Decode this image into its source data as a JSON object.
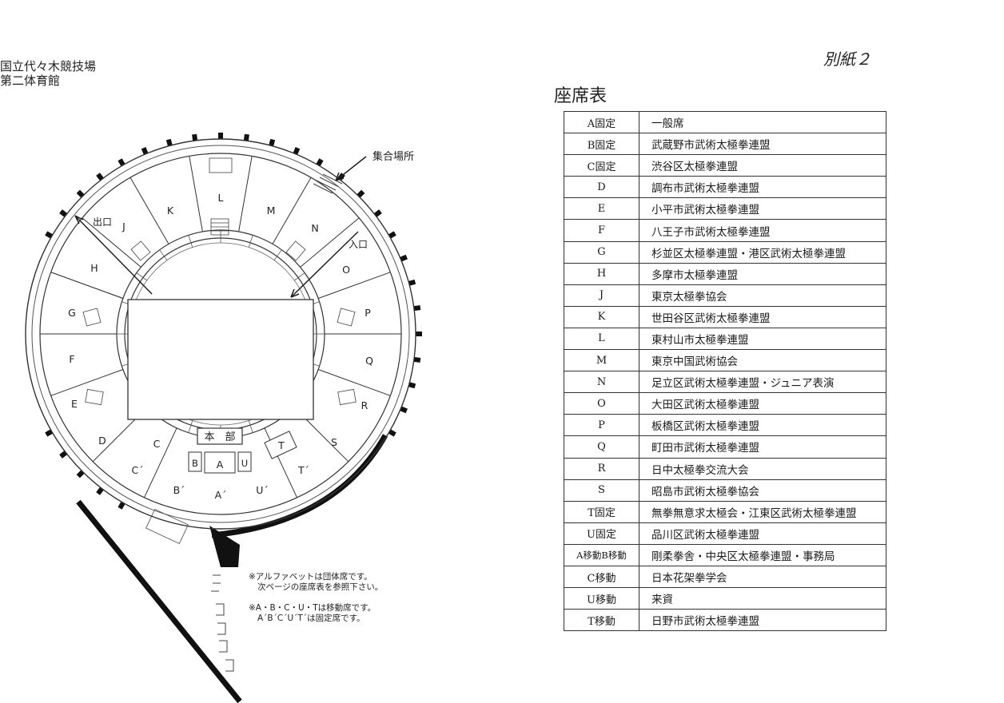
{
  "venue": {
    "line1": "国立代々木競技場",
    "line2": "第二体育館"
  },
  "attachment_label": "別紙２",
  "seat_table": {
    "title": "座席表",
    "rows": [
      {
        "code": "A固定",
        "group": "一般席"
      },
      {
        "code": "B固定",
        "group": "武蔵野市武術太極拳連盟"
      },
      {
        "code": "C固定",
        "group": "渋谷区太極拳連盟"
      },
      {
        "code": "D",
        "group": "調布市武術太極拳連盟"
      },
      {
        "code": "E",
        "group": "小平市武術太極拳連盟"
      },
      {
        "code": "F",
        "group": "八王子市武術太極拳連盟"
      },
      {
        "code": "G",
        "group": "杉並区太極拳連盟・港区武術太極拳連盟"
      },
      {
        "code": "H",
        "group": "多摩市太極拳連盟"
      },
      {
        "code": "J",
        "group": "東京太極拳協会"
      },
      {
        "code": "K",
        "group": "世田谷区武術太極拳連盟"
      },
      {
        "code": "L",
        "group": "東村山市太極拳連盟"
      },
      {
        "code": "M",
        "group": "東京中国武術協会"
      },
      {
        "code": "N",
        "group": "足立区武術太極拳連盟・ジュニア表演"
      },
      {
        "code": "O",
        "group": "大田区武術太極拳連盟"
      },
      {
        "code": "P",
        "group": "板橋区武術太極拳連盟"
      },
      {
        "code": "Q",
        "group": "町田市武術太極拳連盟"
      },
      {
        "code": "R",
        "group": "日中太極拳交流大会"
      },
      {
        "code": "S",
        "group": "昭島市武術太極拳協会"
      },
      {
        "code": "T固定",
        "group": "無拳無意求太極会・江東区武術太極拳連盟"
      },
      {
        "code": "U固定",
        "group": "品川区武術太極拳連盟"
      },
      {
        "code": "A移動B移動",
        "group": "剛柔拳舎・中央区太極拳連盟・事務局"
      },
      {
        "code": "C移動",
        "group": "日本花架拳学会"
      },
      {
        "code": "U移動",
        "group": "来資"
      },
      {
        "code": "T移動",
        "group": "日野市武術太極拳連盟"
      }
    ]
  },
  "map": {
    "assembly_label": "集合場所",
    "exit_label": "出口",
    "entrance_label": "入口",
    "hq_label": "本　部",
    "sections": {
      "K": "K",
      "L": "L",
      "M": "M",
      "N": "N",
      "J": "J",
      "H": "H",
      "O": "O",
      "G": "G",
      "P": "P",
      "F": "F",
      "Q": "Q",
      "E": "E",
      "R": "R",
      "D": "D",
      "S": "S",
      "C": "C",
      "T": "T",
      "B": "B",
      "A": "A",
      "U": "U",
      "C2": "C´",
      "B2": "B´",
      "A2": "A´",
      "U2": "U´",
      "T2": "T´"
    }
  },
  "notes": {
    "line1": "※アルファベットは団体席です。",
    "line2": "次ページの座席表を参照下さい。",
    "line3": "※A・B・C・U・Tは移動席です。",
    "line4": "A´B´C´U´T´は固定席です。"
  }
}
